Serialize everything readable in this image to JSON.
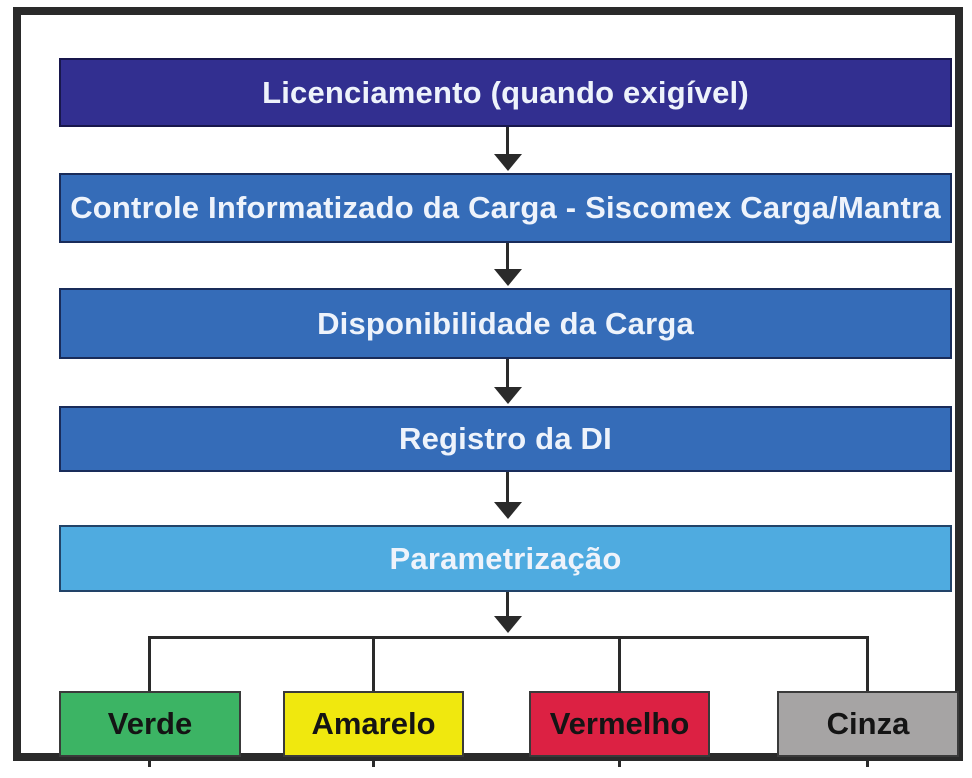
{
  "diagram": {
    "description": "Import customs clearance flowchart (Portuguese)",
    "steps": [
      {
        "id": "licenciamento",
        "label": "Licenciamento (quando exigível)",
        "color": "#322f90"
      },
      {
        "id": "controle-carga",
        "label": "Controle Informatizado da Carga - Siscomex Carga/Mantra",
        "color": "#356cb8"
      },
      {
        "id": "disponibilidade",
        "label": "Disponibilidade da Carga",
        "color": "#356cb8"
      },
      {
        "id": "registro-di",
        "label": "Registro da DI",
        "color": "#356cb8"
      },
      {
        "id": "parametrizacao",
        "label": "Parametrização",
        "color": "#4fabe0"
      }
    ],
    "channels": [
      {
        "id": "verde",
        "label": "Verde",
        "color": "#3cb464"
      },
      {
        "id": "amarelo",
        "label": "Amarelo",
        "color": "#f0e80e"
      },
      {
        "id": "vermelho",
        "label": "Vermelho",
        "color": "#dc2143"
      },
      {
        "id": "cinza",
        "label": "Cinza",
        "color": "#a6a4a4"
      }
    ],
    "style": {
      "step_text_color": "#eef3fb",
      "channel_text_color": "#141414",
      "line_color": "#2a2a2a",
      "frame_border_color": "#2a2a2a",
      "background_color": "#ffffff"
    }
  }
}
